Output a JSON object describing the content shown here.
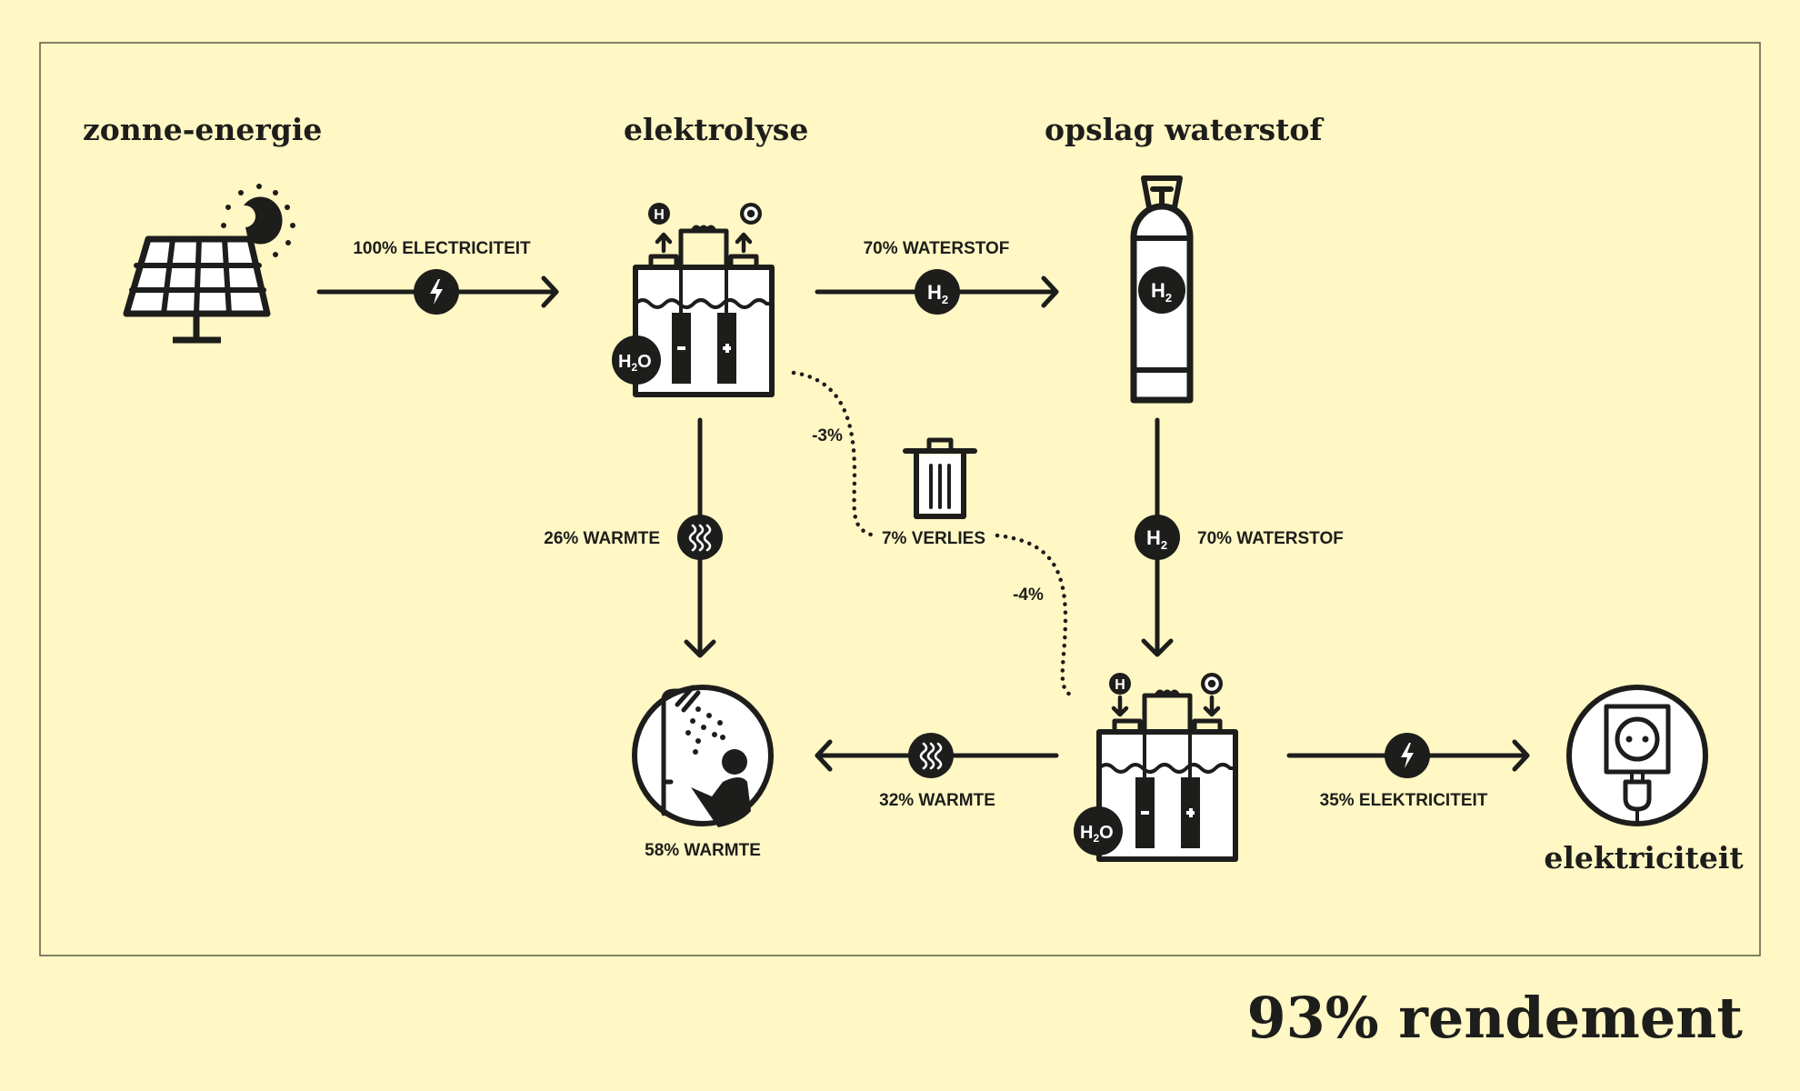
{
  "colors": {
    "background": "#fff7c4",
    "ink": "#1d1d1b",
    "fill": "#ffffff"
  },
  "stages": {
    "solar": {
      "title": "zonne-energie"
    },
    "electrolysis": {
      "title": "elektrolyse"
    },
    "storage": {
      "title": "opslag waterstof"
    },
    "electricity": {
      "title": "elektriciteit"
    }
  },
  "flows": {
    "solar_to_electrolysis": {
      "label": "100% ELECTRICITEIT",
      "icon": "lightning-icon"
    },
    "electrolysis_to_storage": {
      "label": "70% WATERSTOF",
      "icon": "h2-icon",
      "icon_text": "H",
      "icon_sub": "2"
    },
    "electrolysis_heat": {
      "label": "26% WARMTE",
      "icon": "heat-icon"
    },
    "storage_to_fuelcell": {
      "label": "70% WATERSTOF",
      "icon": "h2-icon",
      "icon_text": "H",
      "icon_sub": "2"
    },
    "fuelcell_heat": {
      "label": "32% WARMTE",
      "icon": "heat-icon"
    },
    "fuelcell_electricity": {
      "label": "35% ELEKTRICITEIT",
      "icon": "lightning-icon"
    }
  },
  "losses": {
    "label": "7% VERLIES",
    "electrolysis_loss": "-3%",
    "fuelcell_loss": "-4%"
  },
  "heat_total": {
    "label": "58% WARMTE"
  },
  "cell_labels": {
    "h": "H",
    "o": "O",
    "water": "H",
    "water_sub": "2",
    "water_o": "O",
    "minus": "-",
    "plus": "+"
  },
  "efficiency": {
    "label": "93% rendement"
  }
}
